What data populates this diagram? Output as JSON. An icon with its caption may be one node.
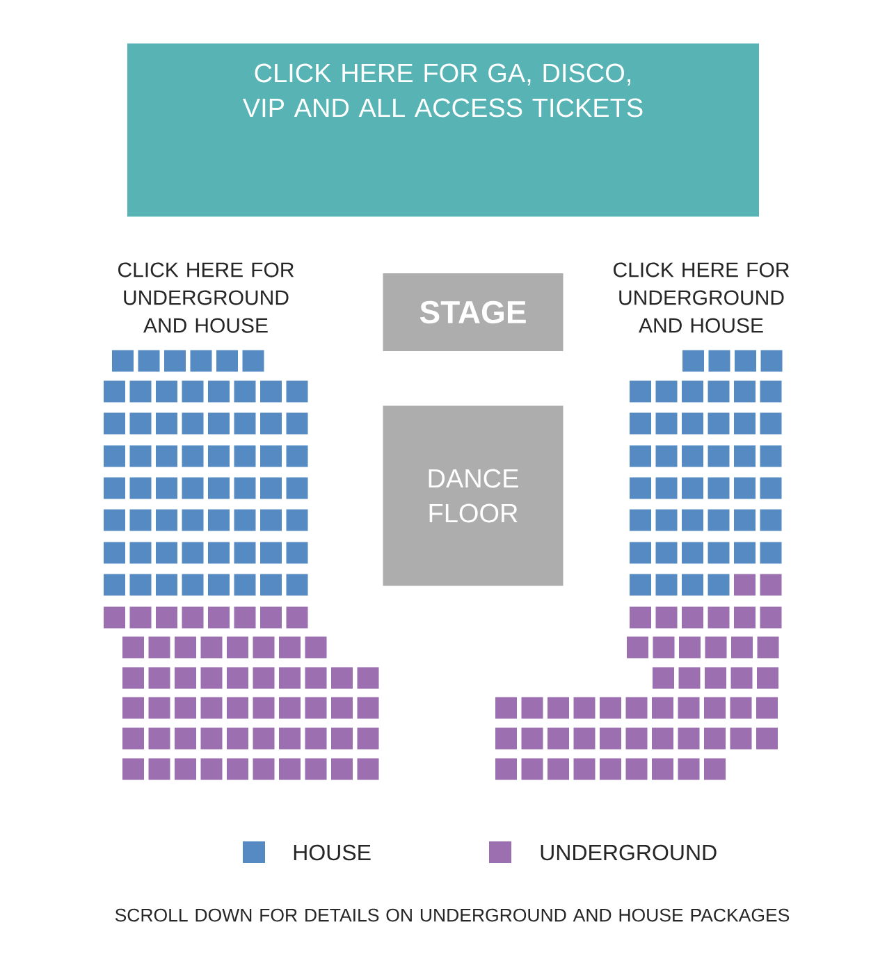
{
  "diagram": {
    "nodes": [
      {
        "text": [
          "CLICK HERE FOR GA, DISCO, VIP AND ALL ACCESS TICKETS"
        ]
      },
      {
        "text": [
          "STAGE"
        ]
      },
      {
        "text": [
          "DANCE FLOOR"
        ]
      }
    ],
    "labels": [
      "CLICK HERE FOR UNDERGROUND AND HOUSE",
      "CLICK HERE FOR UNDERGROUND AND HOUSE",
      "SCROLL DOWN FOR DETAILS ON UNDERGROUND AND HOUSE PACKAGES"
    ],
    "legend": [
      {
        "text": "HOUSE",
        "color": "#558bc2"
      },
      {
        "text": "UNDERGROUND",
        "color": "#9b6fb0"
      }
    ]
  }
}
